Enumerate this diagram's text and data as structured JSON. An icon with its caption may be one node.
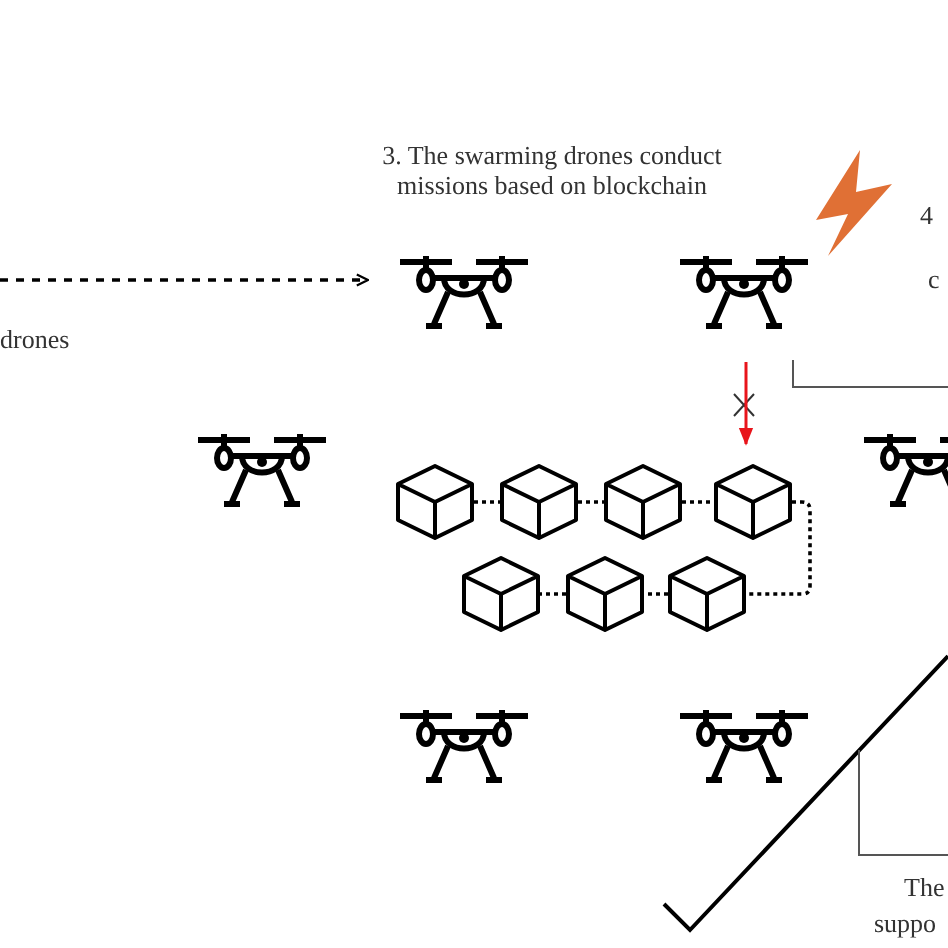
{
  "diagram": {
    "nodes": [
      {
        "text": [],
        "shape": "drone"
      },
      {
        "text": [],
        "shape": "drone"
      },
      {
        "text": [],
        "shape": "drone"
      },
      {
        "text": [],
        "shape": "drone"
      },
      {
        "text": [],
        "shape": "drone"
      },
      {
        "text": [],
        "shape": "drone"
      },
      {
        "text": [],
        "shape": "cube"
      },
      {
        "text": [],
        "shape": "cube"
      },
      {
        "text": [],
        "shape": "cube"
      },
      {
        "text": [],
        "shape": "cube"
      },
      {
        "text": [],
        "shape": "cube"
      },
      {
        "text": [],
        "shape": "cube"
      },
      {
        "text": [],
        "shape": "cube"
      }
    ],
    "edges": [
      {
        "from": null,
        "to": 0,
        "arrow": "to",
        "style": "dashed"
      },
      {
        "from": 1,
        "to": 9,
        "arrow": "to",
        "color": "#e8141b"
      },
      {
        "from": 6,
        "to": 7,
        "arrow": "none",
        "style": "dashed"
      },
      {
        "from": 7,
        "to": 8,
        "arrow": "none",
        "style": "dashed"
      },
      {
        "from": 8,
        "to": 9,
        "arrow": "none",
        "style": "dashed"
      },
      {
        "from": 9,
        "to": 12,
        "arrow": "none",
        "style": "dashed"
      },
      {
        "from": 12,
        "to": 11,
        "arrow": "none",
        "style": "dashed"
      },
      {
        "from": 11,
        "to": 10,
        "arrow": "none",
        "style": "dashed"
      }
    ],
    "labels": [
      "3. The swarming drones conduct missions based on blockchain",
      "4",
      "drones",
      "c",
      "The",
      "suppo"
    ]
  }
}
